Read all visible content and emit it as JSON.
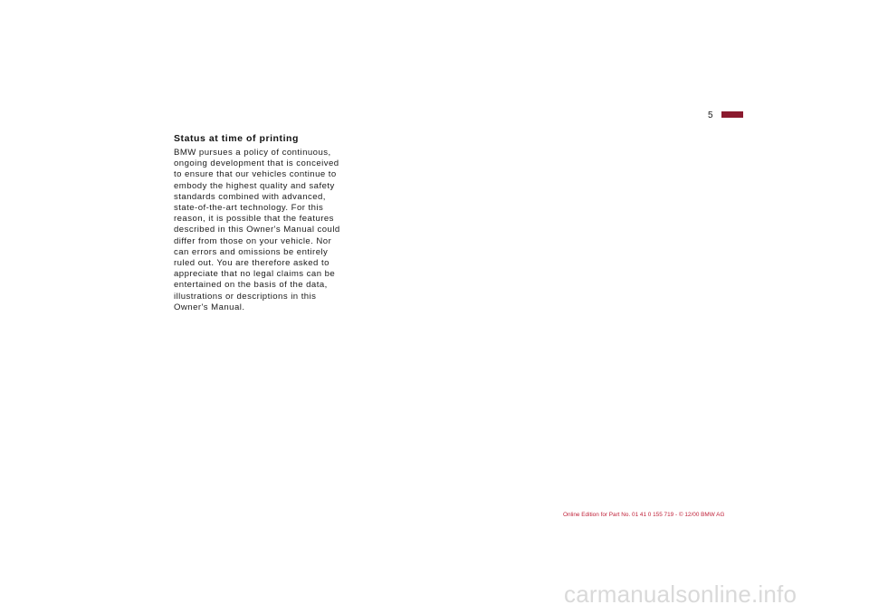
{
  "page": {
    "number": "5",
    "accent_color": "#8b1a2e"
  },
  "section": {
    "title": "Status at time of printing",
    "lines": [
      "BMW pursues a policy of continuous,",
      "ongoing development that is conceived",
      "to ensure that our vehicles continue to",
      "embody the highest quality and safety",
      "standards combined with advanced,",
      "state-of-the-art technology. For this",
      "reason, it is possible that the features",
      "described in this Owner's Manual could",
      "differ from those on your vehicle. Nor",
      "can errors and omissions be entirely",
      "ruled out. You are therefore asked to",
      "appreciate that no legal claims can be",
      "entertained on the basis of the data,",
      "illustrations or descriptions in this",
      "Owner's Manual."
    ]
  },
  "footer": {
    "edition_note": "Online Edition for Part No. 01 41 0 155 719 - © 12/00 BMW AG",
    "color": "#c0223a"
  },
  "watermark": {
    "text": "carmanualsonline.info"
  }
}
